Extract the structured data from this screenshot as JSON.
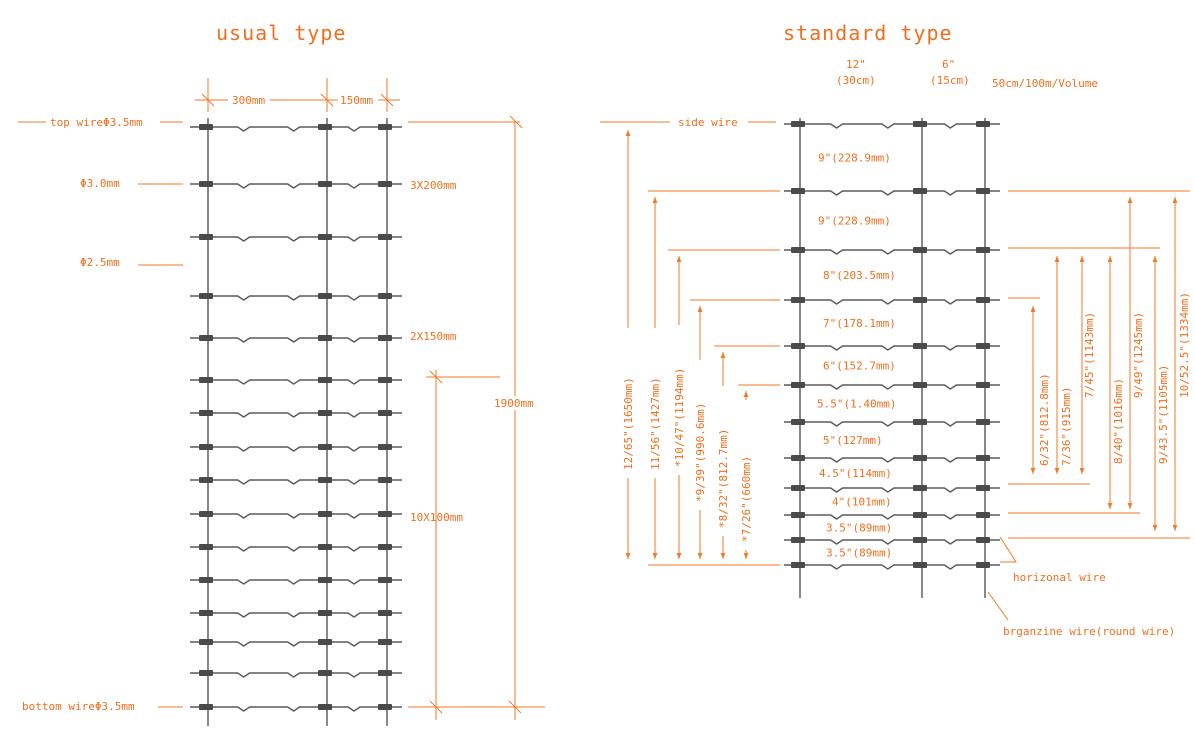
{
  "colors": {
    "accent": "#ee6f1f",
    "wire": "#5a5a5a",
    "background": "#ffffff"
  },
  "usual": {
    "title": "usual type",
    "width_left": "300mm",
    "width_right": "150mm",
    "top_wire": "top wireΦ3.5mm",
    "phi_30": "Φ3.0mm",
    "phi_25": "Φ2.5mm",
    "bottom_wire": "bottom wireΦ3.5mm",
    "spacing_top": "3X200mm",
    "spacing_mid": "2X150mm",
    "spacing_bottom": "10X100mm",
    "total_height": "1900mm"
  },
  "standard": {
    "title": "standard type",
    "col1_in": "12\"",
    "col1_cm": "(30cm)",
    "col2_in": "6\"",
    "col2_cm": "(15cm)",
    "roll": "50cm/100m/Volume",
    "side_wire": "side wire",
    "horizontal_wire": "horizonal wire",
    "round_wire": "brganzine wire(round wire)",
    "spacings": [
      "9\"(228.9mm)",
      "9\"(228.9mm)",
      "8\"(203.5mm)",
      "7\"(178.1mm)",
      "6\"(152.7mm)",
      "5.5\"(1.40mm)",
      "5\"(127mm)",
      "4.5\"(114mm)",
      "4\"(101mm)",
      "3.5\"(89mm)",
      "3.5\"(89mm)"
    ],
    "left_heights": [
      "12/65\"(1650mm)",
      "11/56\"(1427mm)",
      "*10/47\"(1194mm)",
      "*9/39\"(990.6mm)",
      "*8/32\"(812.7mm)",
      "*7/26\"(660mm)"
    ],
    "right_heights": [
      "6/32\"(812.8mm)",
      "7/36\"(915mm)",
      "7/45\"(1143mm)",
      "8/40\"(1016mm)",
      "9/49\"(1245mm)",
      "9/43.5\"(1105mm)",
      "10/52.5\"(1334mm)"
    ]
  }
}
